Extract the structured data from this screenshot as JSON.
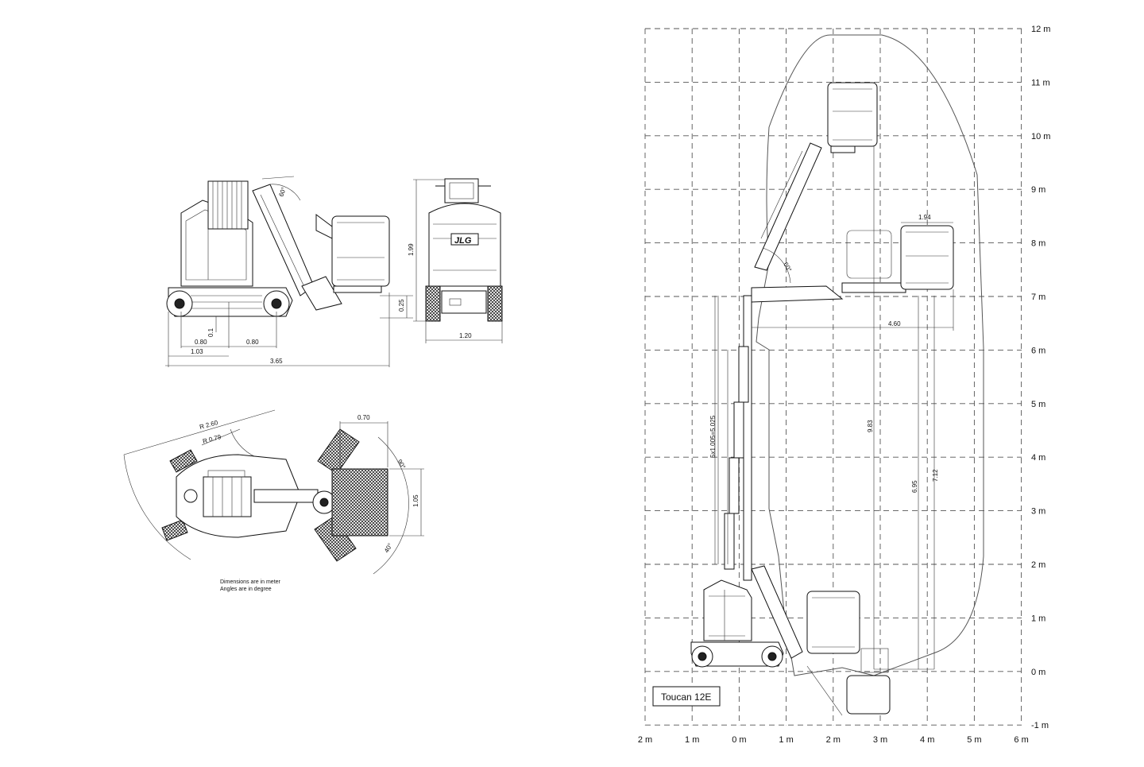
{
  "model_label": "Toucan 12E",
  "logo_text": "JLG",
  "note_lines": [
    "Dimensions are in meter",
    "Angles are in degree"
  ],
  "side_view": {
    "dim_wheel_left": "0.80",
    "dim_wheel_right": "0.80",
    "dim_rear": "1.03",
    "dim_length": "3.65",
    "dim_ground": "0.25",
    "dim_clear": "0.1",
    "angle_jib": "60°"
  },
  "front_view": {
    "dim_height": "1.99",
    "dim_width": "1.20"
  },
  "top_view": {
    "radius_outer": "R 2.60",
    "radius_inner": "R 0.79",
    "dim_platform_depth": "0.70",
    "dim_platform_width": "1.05",
    "angle_top": "90°",
    "angle_bottom": "40°"
  },
  "envelope": {
    "y_axis_labels": [
      "12 m",
      "11 m",
      "10 m",
      "9 m",
      "8 m",
      "7 m",
      "6 m",
      "5 m",
      "4 m",
      "3 m",
      "2 m",
      "1 m",
      "0 m",
      "-1 m"
    ],
    "x_axis_labels": [
      "2 m",
      "1 m",
      "0 m",
      "1 m",
      "2 m",
      "3 m",
      "4 m",
      "5 m",
      "6 m"
    ],
    "dim_platform_len": "1.94",
    "dim_outreach": "4.60",
    "dim_mast": "5x1.005=5.025",
    "dim_max_height": "9.83",
    "dim_h1": "6.95",
    "dim_h2": "7.12",
    "angle_jib": "60°"
  }
}
